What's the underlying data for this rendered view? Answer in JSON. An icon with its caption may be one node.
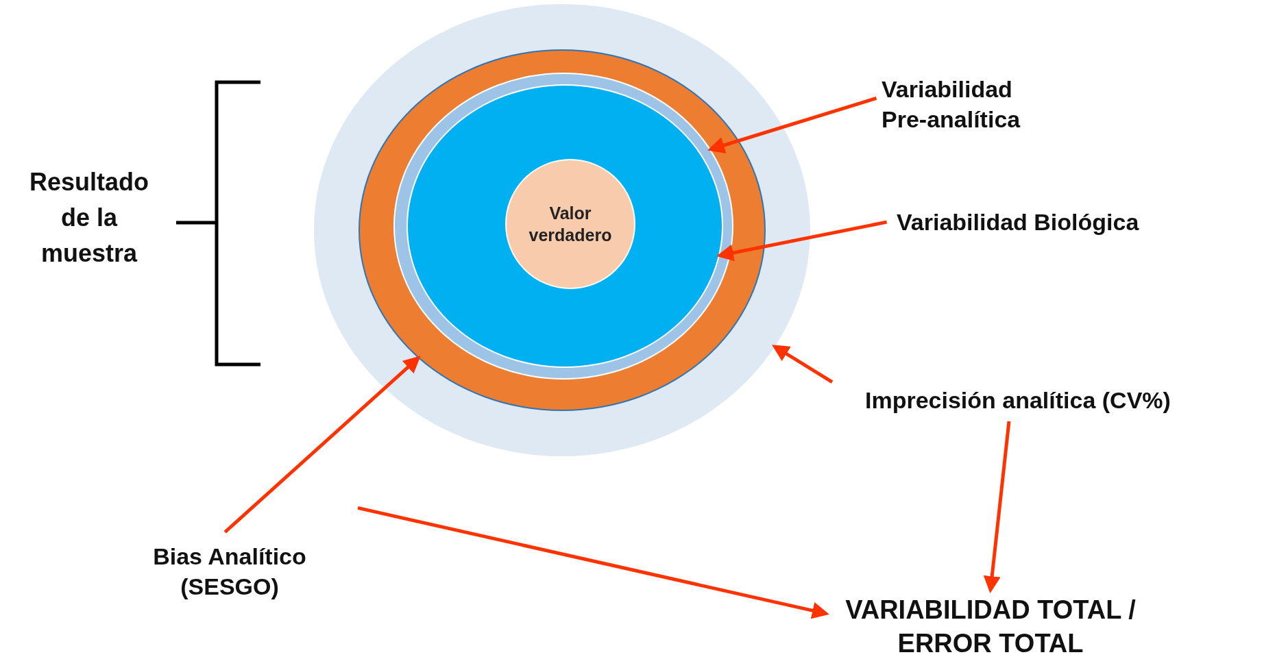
{
  "diagram": {
    "nodes": [
      {
        "text": [],
        "shape": "circle"
      },
      {
        "text": [],
        "shape": "circle",
        "in": 0
      },
      {
        "text": [],
        "shape": "circle",
        "in": 1
      },
      {
        "text": [],
        "shape": "circle",
        "in": 2
      },
      {
        "text": [
          "Valor verdadero"
        ],
        "in": 3
      },
      {
        "text": [
          "Variabilidad Pre-analítica"
        ]
      },
      {
        "text": [
          "Variabilidad Biológica"
        ]
      },
      {
        "text": [
          "Imprecisión analítica (CV%)"
        ]
      },
      {
        "text": [
          "Bias Analítico (SESGO)"
        ]
      },
      {
        "text": [
          "VARIABILIDAD TOTAL / ERROR TOTAL"
        ]
      }
    ],
    "edges": [
      {
        "from": 5,
        "to": 2,
        "arrow": "to"
      },
      {
        "from": 6,
        "to": 3,
        "arrow": "to"
      },
      {
        "from": 7,
        "to": 0,
        "arrow": "to"
      },
      {
        "from": 8,
        "to": 1,
        "arrow": "to"
      },
      {
        "from": 8,
        "to": 9,
        "arrow": "to"
      },
      {
        "from": 7,
        "to": 9,
        "arrow": "to"
      }
    ],
    "labels": [
      "Resultado de la muestra"
    ]
  }
}
